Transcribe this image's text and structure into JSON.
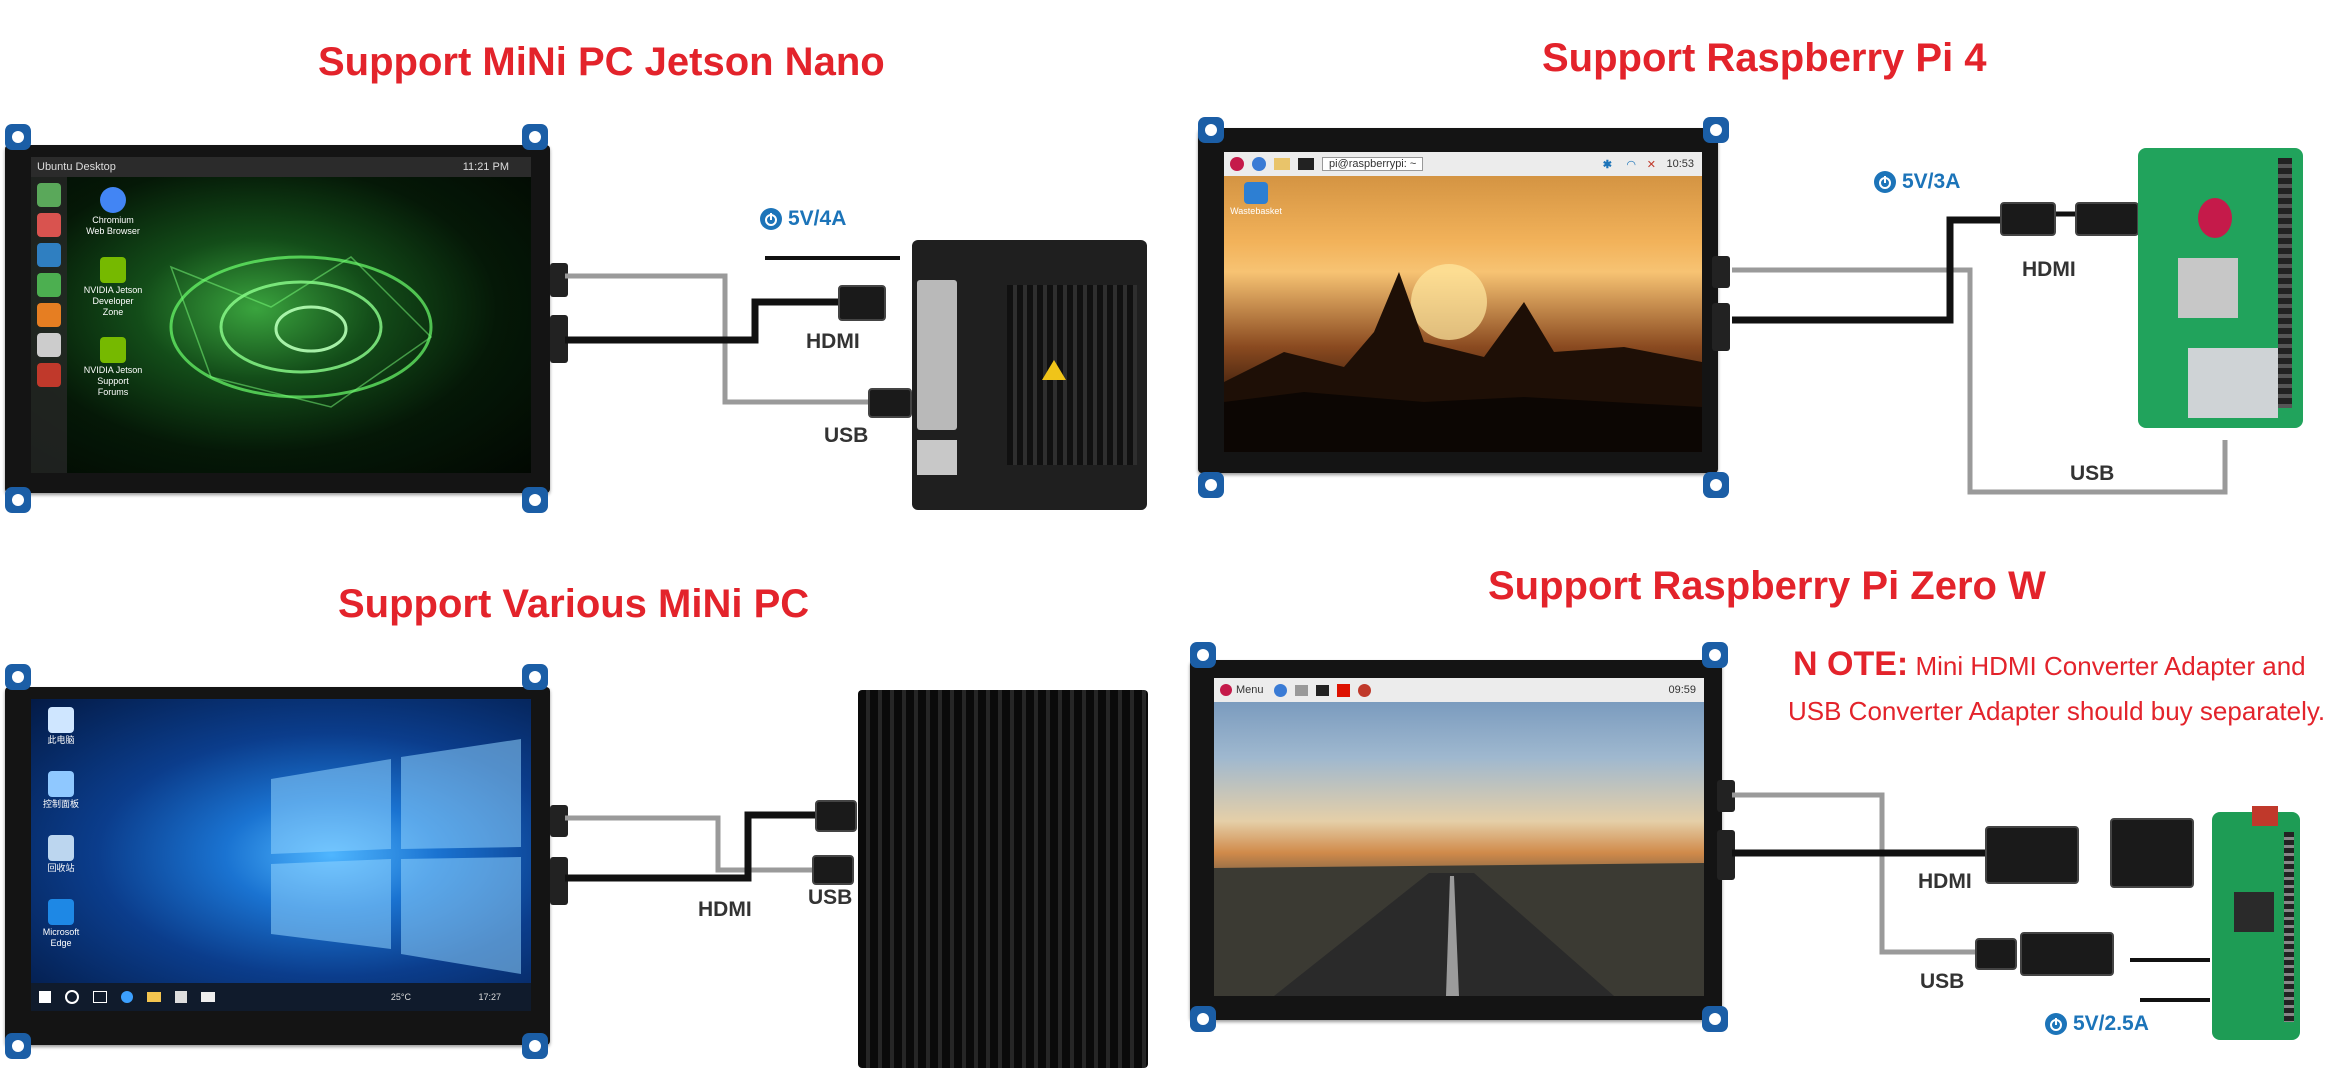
{
  "titles": {
    "tl": "Support MiNi PC Jetson Nano",
    "tr": "Support  Raspberry Pi 4",
    "bl": "Support Various MiNi PC",
    "br": "Support  Raspberry Pi Zero W"
  },
  "labels": {
    "hdmi": "HDMI",
    "usb": "USB",
    "power_tl": "5V/4A",
    "power_tr": "5V/3A",
    "power_br": "5V/2.5A"
  },
  "note": {
    "prefix": "N OTE:",
    "line1": "Mini HDMI Converter Adapter and",
    "line2": "USB Converter Adapter should buy separately."
  },
  "ubuntu": {
    "title": "Ubuntu Desktop",
    "clock": "11:21 PM",
    "icons": [
      "Chromium Web Browser",
      "NVIDIA Jetson Developer Zone",
      "NVIDIA Jetson Support Forums"
    ]
  },
  "rpi4": {
    "terminal": "pi@raspberrypi: ~",
    "clock": "10:53",
    "trash": "Wastebasket"
  },
  "windows": {
    "temp": "25°C",
    "clock": "17:27",
    "icons": [
      "此电脑",
      "控制面板",
      "回收站",
      "Microsoft Edge"
    ]
  },
  "rpizero": {
    "menu": "Menu",
    "clock": "09:59"
  },
  "colors": {
    "title_red": "#e3232b",
    "power_blue": "#1c74b9",
    "tab_blue": "#1b5ea6"
  }
}
